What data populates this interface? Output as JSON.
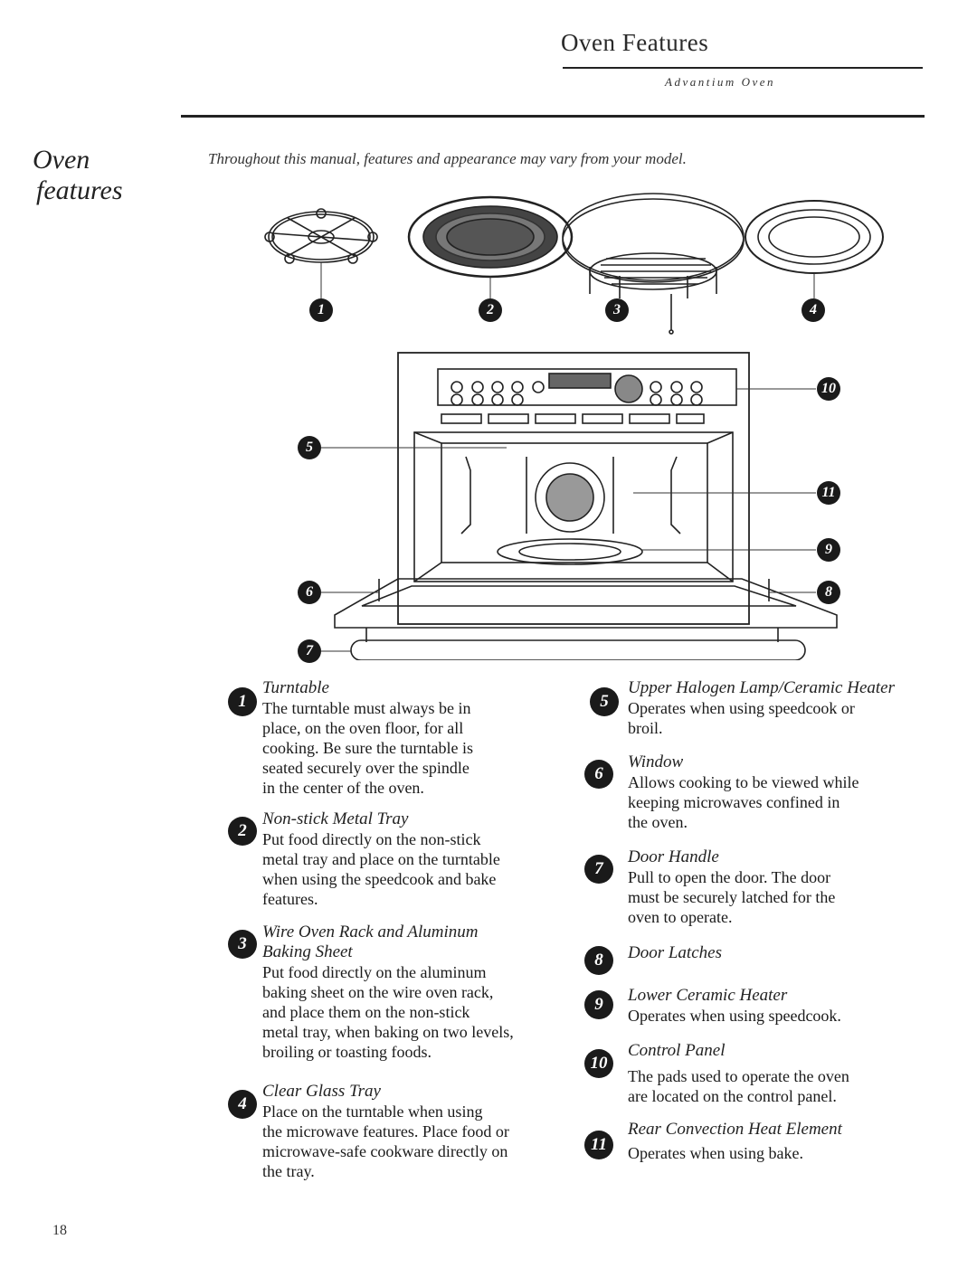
{
  "header": {
    "title": "Oven Features",
    "subtitle": "Advantium Oven"
  },
  "section_heading": {
    "line1": "Oven",
    "line2": "features"
  },
  "intro": "Throughout this manual, features and appearance may vary from your model.",
  "callouts": [
    "1",
    "2",
    "3",
    "4",
    "5",
    "6",
    "7",
    "8",
    "9",
    "10",
    "11"
  ],
  "features_left": [
    {
      "num": "1",
      "name": "Turntable",
      "desc": [
        "The turntable must always be in",
        "place, on the oven floor, for all",
        "cooking. Be sure the turntable is",
        "seated securely over the spindle",
        "in the center of the oven."
      ]
    },
    {
      "num": "2",
      "name": "Non-stick Metal Tray",
      "desc": [
        "Put food directly on the non-stick",
        "metal tray and place on the turntable",
        "when using the speedcook and bake",
        "features."
      ]
    },
    {
      "num": "3",
      "name": "Wire Oven Rack and Aluminum",
      "name2": "Baking Sheet",
      "desc": [
        "Put food directly on the aluminum",
        "baking sheet on the wire oven rack,",
        "and place them on the non-stick",
        "metal tray, when baking on two levels,",
        "broiling or toasting foods."
      ]
    },
    {
      "num": "4",
      "name": "Clear Glass Tray",
      "desc": [
        "Place on the turntable when using",
        "the microwave features. Place food or",
        "microwave-safe cookware directly on",
        "the tray."
      ]
    }
  ],
  "features_right": [
    {
      "num": "5",
      "name": "Upper Halogen Lamp/Ceramic Heater",
      "desc": [
        "Operates when using speedcook or",
        "broil."
      ]
    },
    {
      "num": "6",
      "name": "Window",
      "desc": [
        "Allows cooking to be viewed while",
        "keeping microwaves confined in",
        "the oven."
      ]
    },
    {
      "num": "7",
      "name": "Door Handle",
      "desc": [
        "Pull to open the door. The door",
        "must be securely latched for the",
        "oven to operate."
      ]
    },
    {
      "num": "8",
      "name": "Door Latches",
      "desc": []
    },
    {
      "num": "9",
      "name": "Lower Ceramic Heater",
      "desc": [
        "Operates when using speedcook."
      ]
    },
    {
      "num": "10",
      "name": "Control Panel",
      "desc": [
        "The pads used to operate the oven",
        "are located on the control panel."
      ]
    },
    {
      "num": "11",
      "name": "Rear Convection Heat Element",
      "desc": [
        "Operates when using bake."
      ]
    }
  ],
  "page_number": "18"
}
